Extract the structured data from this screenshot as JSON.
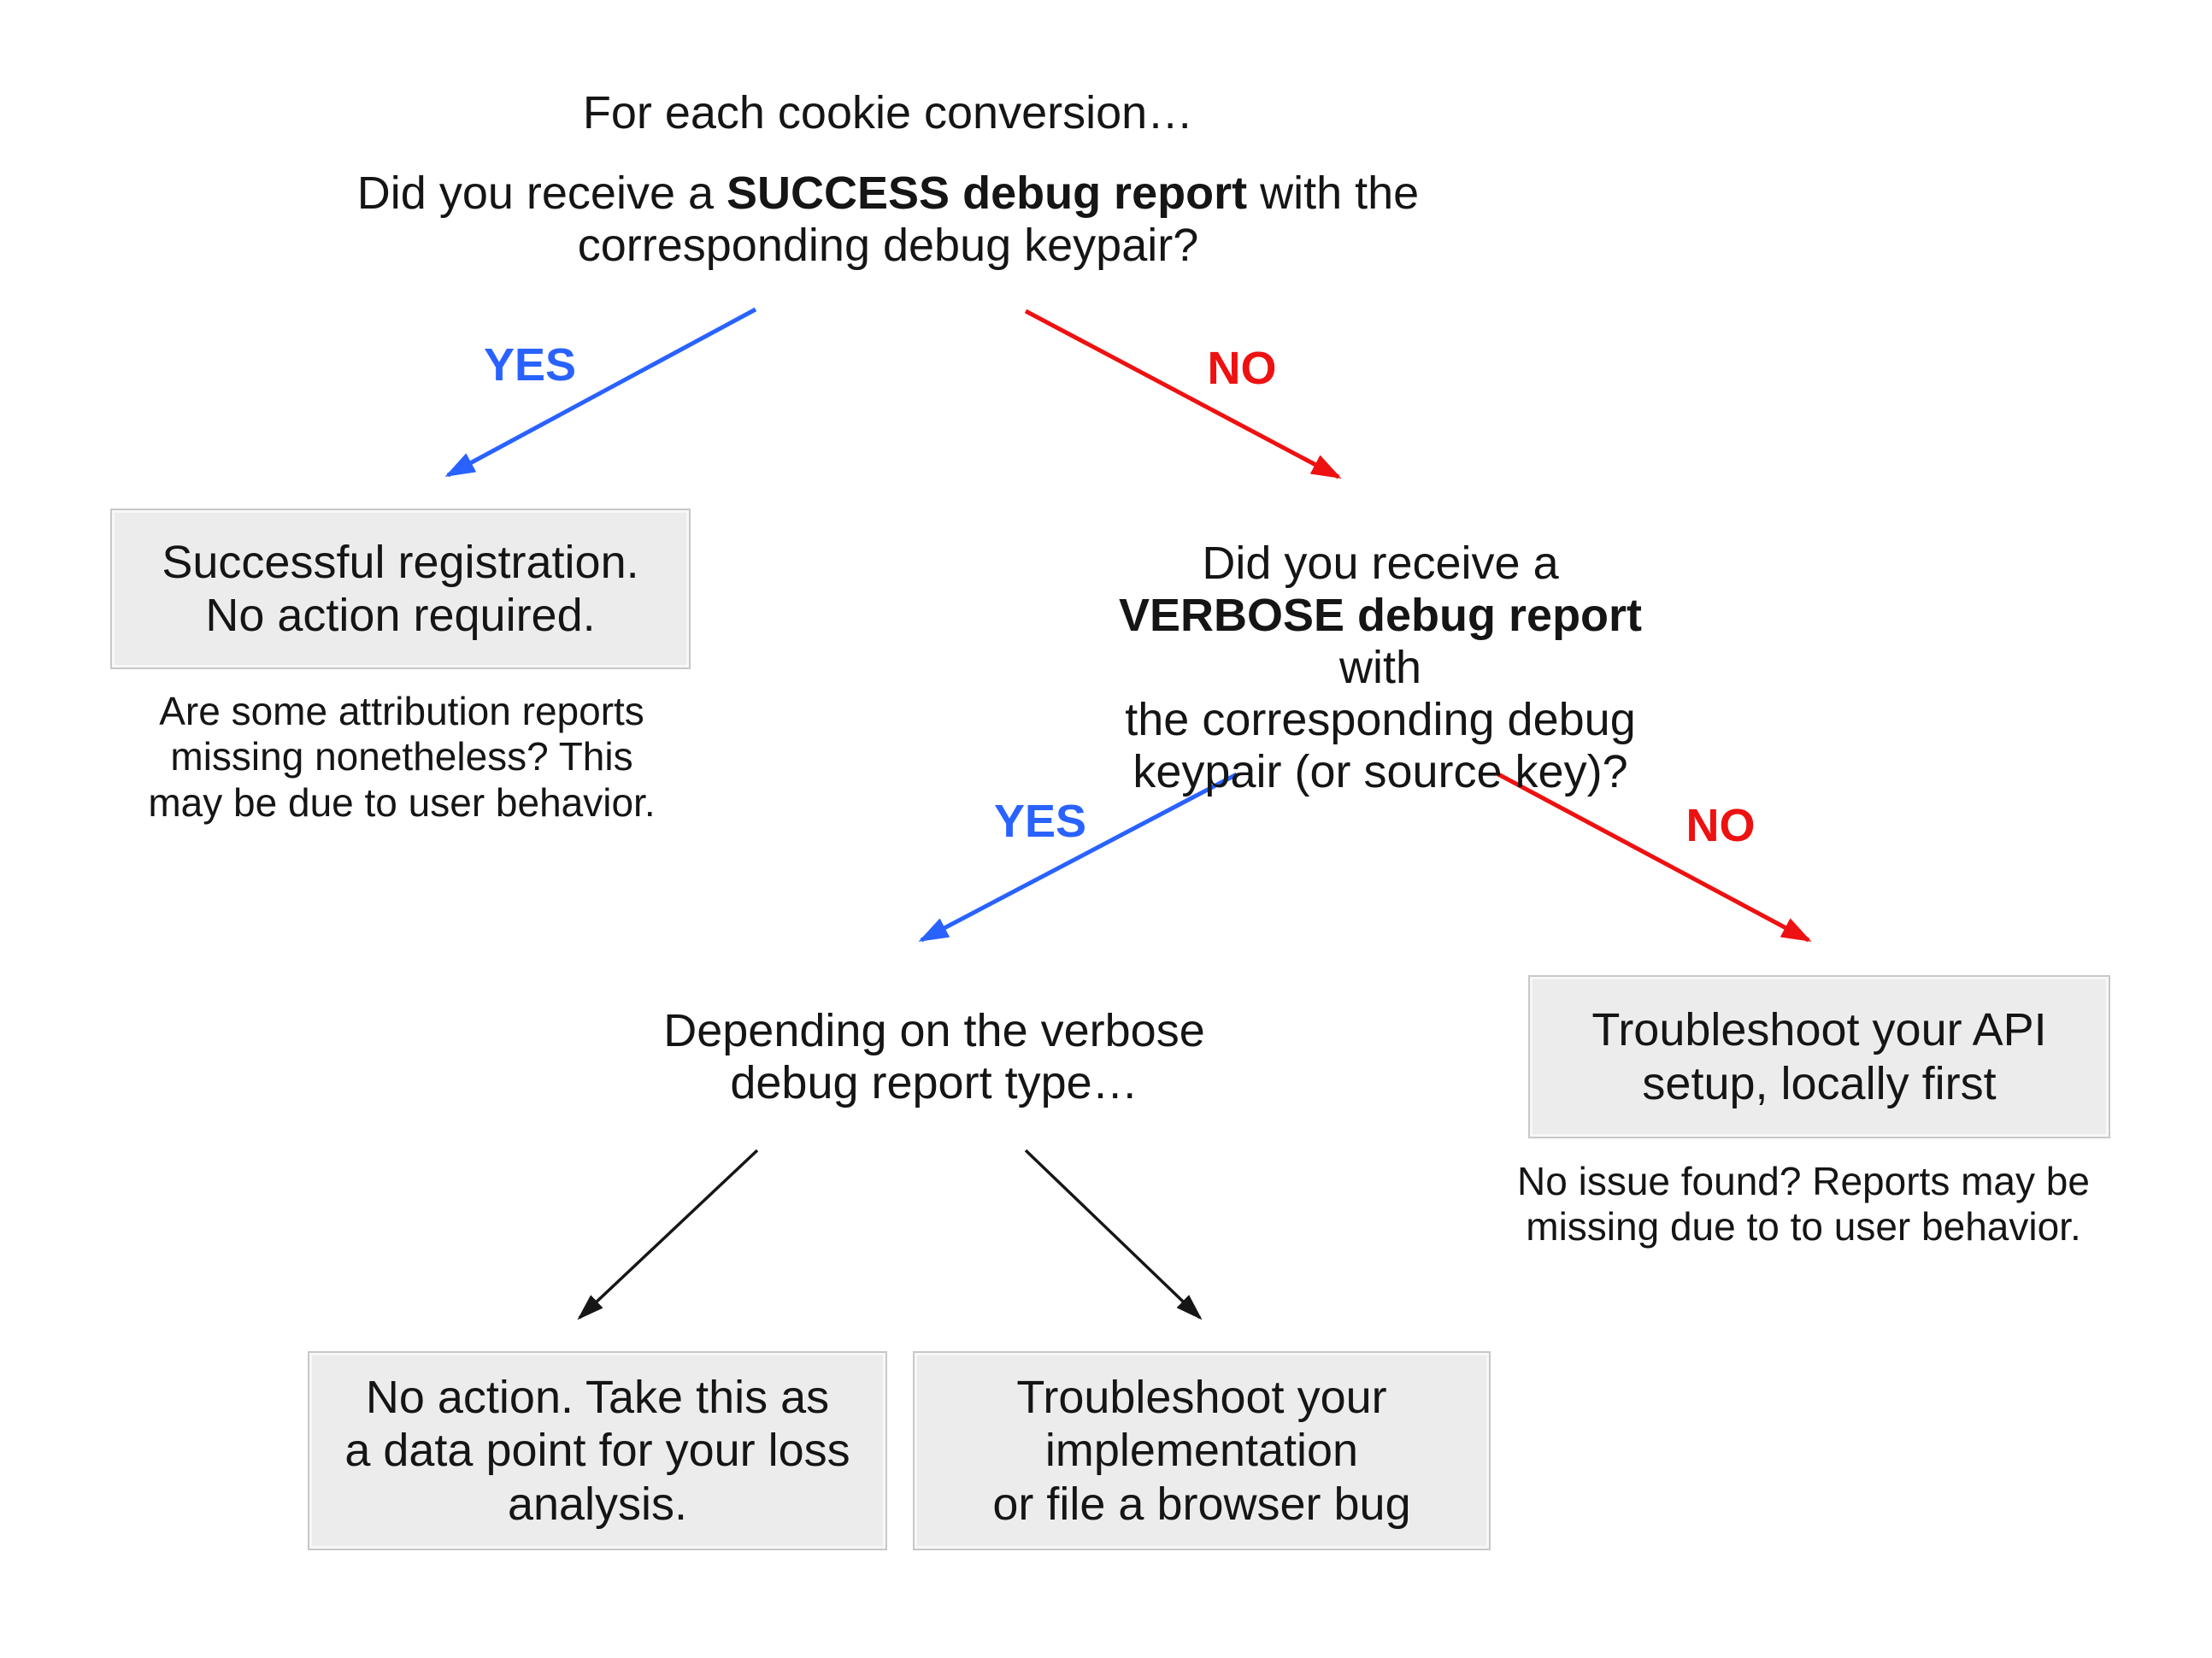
{
  "colors": {
    "blue": "#2962FF",
    "red": "#EE1111",
    "ink": "#151515",
    "box-bg": "#ECECEC",
    "box-border": "#C8C8C8"
  },
  "root": {
    "intro": "For each cookie conversion…",
    "question": {
      "pre": "Did you receive a ",
      "bold": "SUCCESS debug report",
      "post": " with the",
      "line2": "corresponding debug keypair?"
    }
  },
  "labels": {
    "yes1": "YES",
    "no1": "NO",
    "yes2": "YES",
    "no2": "NO"
  },
  "success_box": {
    "lines": [
      "Successful registration.",
      "No action required."
    ]
  },
  "success_note": {
    "lines": [
      "Are some attribution reports",
      "missing nonetheless? This",
      "may be due to user behavior."
    ]
  },
  "verbose_question": {
    "line1": "Did you receive a",
    "line2_bold": "VERBOSE debug report",
    "line2_post": " with",
    "line3": "the corresponding debug",
    "line4": "keypair (or source key)?"
  },
  "depending": {
    "lines": [
      "Depending on the verbose",
      "debug report type…"
    ]
  },
  "api_box": {
    "lines": [
      "Troubleshoot your API",
      "setup, locally first"
    ]
  },
  "api_note": {
    "lines": [
      "No issue found? Reports may be",
      "missing due to to user behavior."
    ]
  },
  "noaction_box": {
    "lines": [
      "No action. Take this as",
      "a data point for your loss",
      "analysis."
    ]
  },
  "impl_box": {
    "lines": [
      "Troubleshoot your",
      "implementation",
      "or file a browser bug"
    ]
  }
}
